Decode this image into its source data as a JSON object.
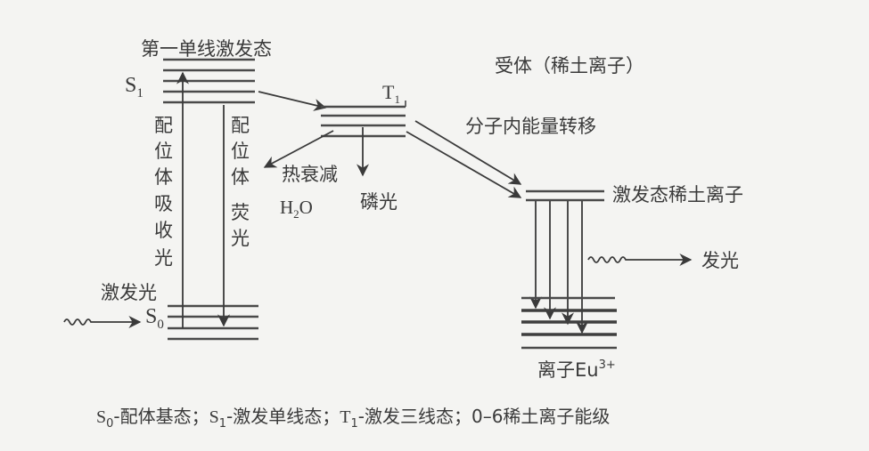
{
  "diagram": {
    "title_top": "第一单线激发态",
    "acceptor_label": "受体（稀土离子）",
    "states": {
      "s1": {
        "letter": "S",
        "sub": "1"
      },
      "t1": {
        "letter": "T",
        "sub": "1"
      },
      "s0": {
        "letter": "S",
        "sub": "0"
      }
    },
    "processes": {
      "ligand_absorption": [
        "配",
        "位",
        "体",
        "吸",
        "收",
        "光"
      ],
      "ligand_fluorescence": [
        "配",
        "位",
        "体",
        "荧",
        "光"
      ],
      "thermal_decay": "热衰减",
      "water_prefix": "H",
      "water_sub": "2",
      "water_suffix": "O",
      "phosphorescence": "磷光",
      "energy_transfer": "分子内能量转移",
      "excited_rare_earth": "激发态稀土离子",
      "emission": "发光",
      "excitation_light": "激发光"
    },
    "ion": {
      "label": "离子Eu",
      "charge": "3+"
    },
    "legend": {
      "s0_letter": "S",
      "s0_sub": "0",
      "s0_text": "-配体基态；",
      "s1_letter": "S",
      "s1_sub": "1",
      "s1_text": "-激发单线态；",
      "t1_letter": "T",
      "t1_sub": "1",
      "t1_text": "-激发三线态；",
      "levels_text": "0–6稀土离子能级"
    }
  }
}
